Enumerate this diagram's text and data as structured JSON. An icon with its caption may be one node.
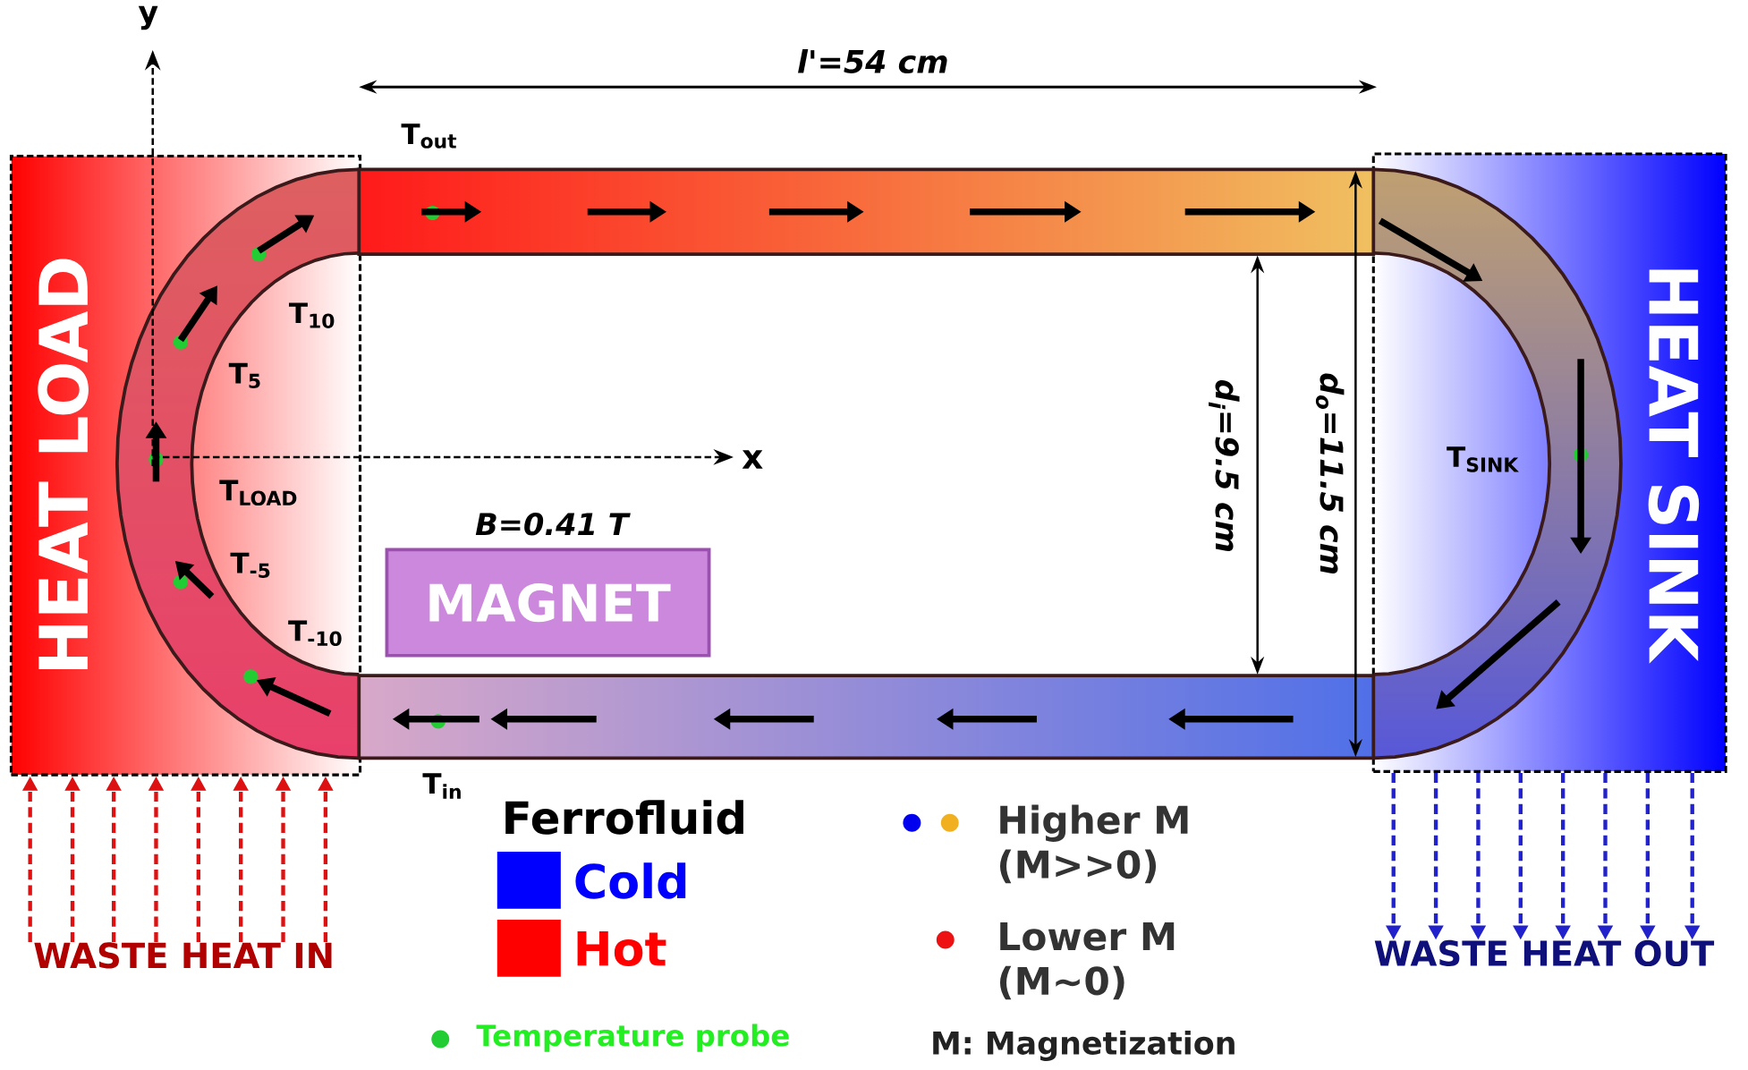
{
  "diagram": {
    "nodes": [
      {
        "text": [
          "HEAT LOAD"
        ]
      },
      {
        "text": [
          "HEAT SINK"
        ]
      },
      {
        "text": [
          "MAGNET"
        ]
      },
      {
        "text": [
          "WASTE HEAT IN"
        ]
      },
      {
        "text": [
          "WASTE HEAT OUT"
        ]
      }
    ],
    "edges": [
      {
        "from": 3,
        "to": 0,
        "arrow": "to",
        "style": "dashed",
        "color": "#dd1111"
      },
      {
        "from": 3,
        "to": 0,
        "arrow": "to",
        "style": "dashed",
        "color": "#dd1111"
      },
      {
        "from": 3,
        "to": 0,
        "arrow": "to",
        "style": "dashed",
        "color": "#dd1111"
      },
      {
        "from": 3,
        "to": 0,
        "arrow": "to",
        "style": "dashed",
        "color": "#dd1111"
      },
      {
        "from": 3,
        "to": 0,
        "arrow": "to",
        "style": "dashed",
        "color": "#dd1111"
      },
      {
        "from": 3,
        "to": 0,
        "arrow": "to",
        "style": "dashed",
        "color": "#dd1111"
      },
      {
        "from": 3,
        "to": 0,
        "arrow": "to",
        "style": "dashed",
        "color": "#dd1111"
      },
      {
        "from": 3,
        "to": 0,
        "arrow": "to",
        "style": "dashed",
        "color": "#dd1111"
      },
      {
        "from": 1,
        "to": 4,
        "arrow": "to",
        "style": "dashed",
        "color": "#2222cc"
      },
      {
        "from": 1,
        "to": 4,
        "arrow": "to",
        "style": "dashed",
        "color": "#2222cc"
      },
      {
        "from": 1,
        "to": 4,
        "arrow": "to",
        "style": "dashed",
        "color": "#2222cc"
      },
      {
        "from": 1,
        "to": 4,
        "arrow": "to",
        "style": "dashed",
        "color": "#2222cc"
      },
      {
        "from": 1,
        "to": 4,
        "arrow": "to",
        "style": "dashed",
        "color": "#2222cc"
      },
      {
        "from": 1,
        "to": 4,
        "arrow": "to",
        "style": "dashed",
        "color": "#2222cc"
      },
      {
        "from": 1,
        "to": 4,
        "arrow": "to",
        "style": "dashed",
        "color": "#2222cc"
      },
      {
        "from": 1,
        "to": 4,
        "arrow": "to",
        "style": "dashed",
        "color": "#2222cc"
      }
    ],
    "labels": [
      "y",
      "l'=54 cm",
      "T$_{out}$",
      "T$_{10}$",
      "T$_{5}$",
      "x",
      "T$_{LOAD}$",
      "T$_{SINK}$",
      "d$_{i}$=9.5 cm",
      "d$_{o}$=11.5 cm",
      "B=0.41 T",
      "T$_{-5}$",
      "T$_{-10}$",
      "T$_{in}$",
      "Ferrofluid",
      "M: Magnetization"
    ],
    "legend": [
      {
        "text": "Cold",
        "color": "#0000ff"
      },
      {
        "text": "Hot",
        "color": "#ff0000"
      },
      {
        "text": "Higher M (M>>0)"
      },
      {
        "text": "Lower M (M~0)"
      },
      {
        "text": "Temperature probe"
      }
    ]
  }
}
